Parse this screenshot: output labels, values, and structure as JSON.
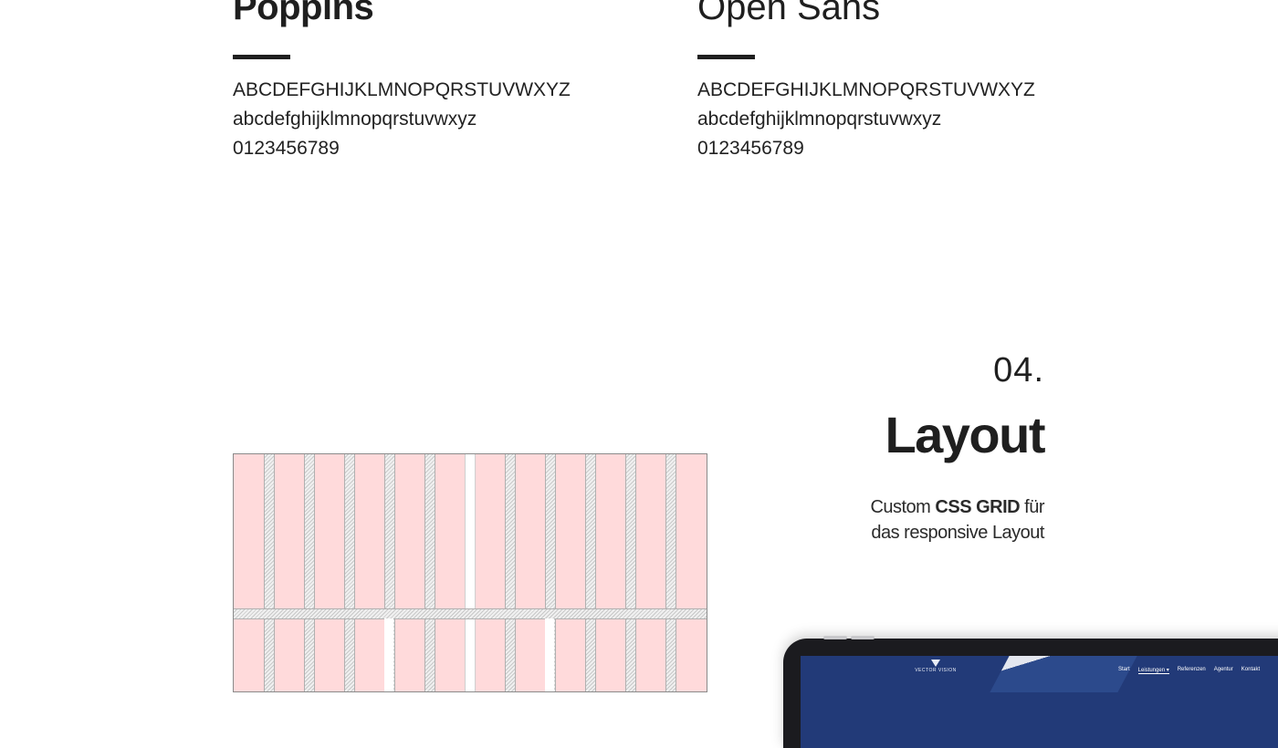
{
  "fonts": [
    {
      "name": "Poppins",
      "uppercase": "ABCDEFGHIJKLMNOPQRSTUVWXYZ",
      "lowercase": "abcdefghijklmnopqrstuvwxyz",
      "digits": "0123456789"
    },
    {
      "name": "Open Sans",
      "uppercase": "ABCDEFGHIJKLMNOPQRSTUVWXYZ",
      "lowercase": "abcdefghijklmnopqrstuvwxyz",
      "digits": "0123456789"
    }
  ],
  "section": {
    "number": "04.",
    "title": "Layout",
    "desc_prefix": "Custom ",
    "desc_bold": "CSS GRID",
    "desc_suffix": " für",
    "desc_line2": "das responsive Layout"
  },
  "device_site": {
    "logo_text": "VECTOR VISION",
    "nav": {
      "start": "Start",
      "leistungen": "Leistungen ▾",
      "referenzen": "Referenzen",
      "agentur": "Agentur",
      "kontakt": "Kontakt"
    }
  },
  "colors": {
    "text": "#1f1f1f",
    "grid_column": "#ffdadb",
    "device_body": "#1b1b1f",
    "site_header": "#223a78"
  }
}
